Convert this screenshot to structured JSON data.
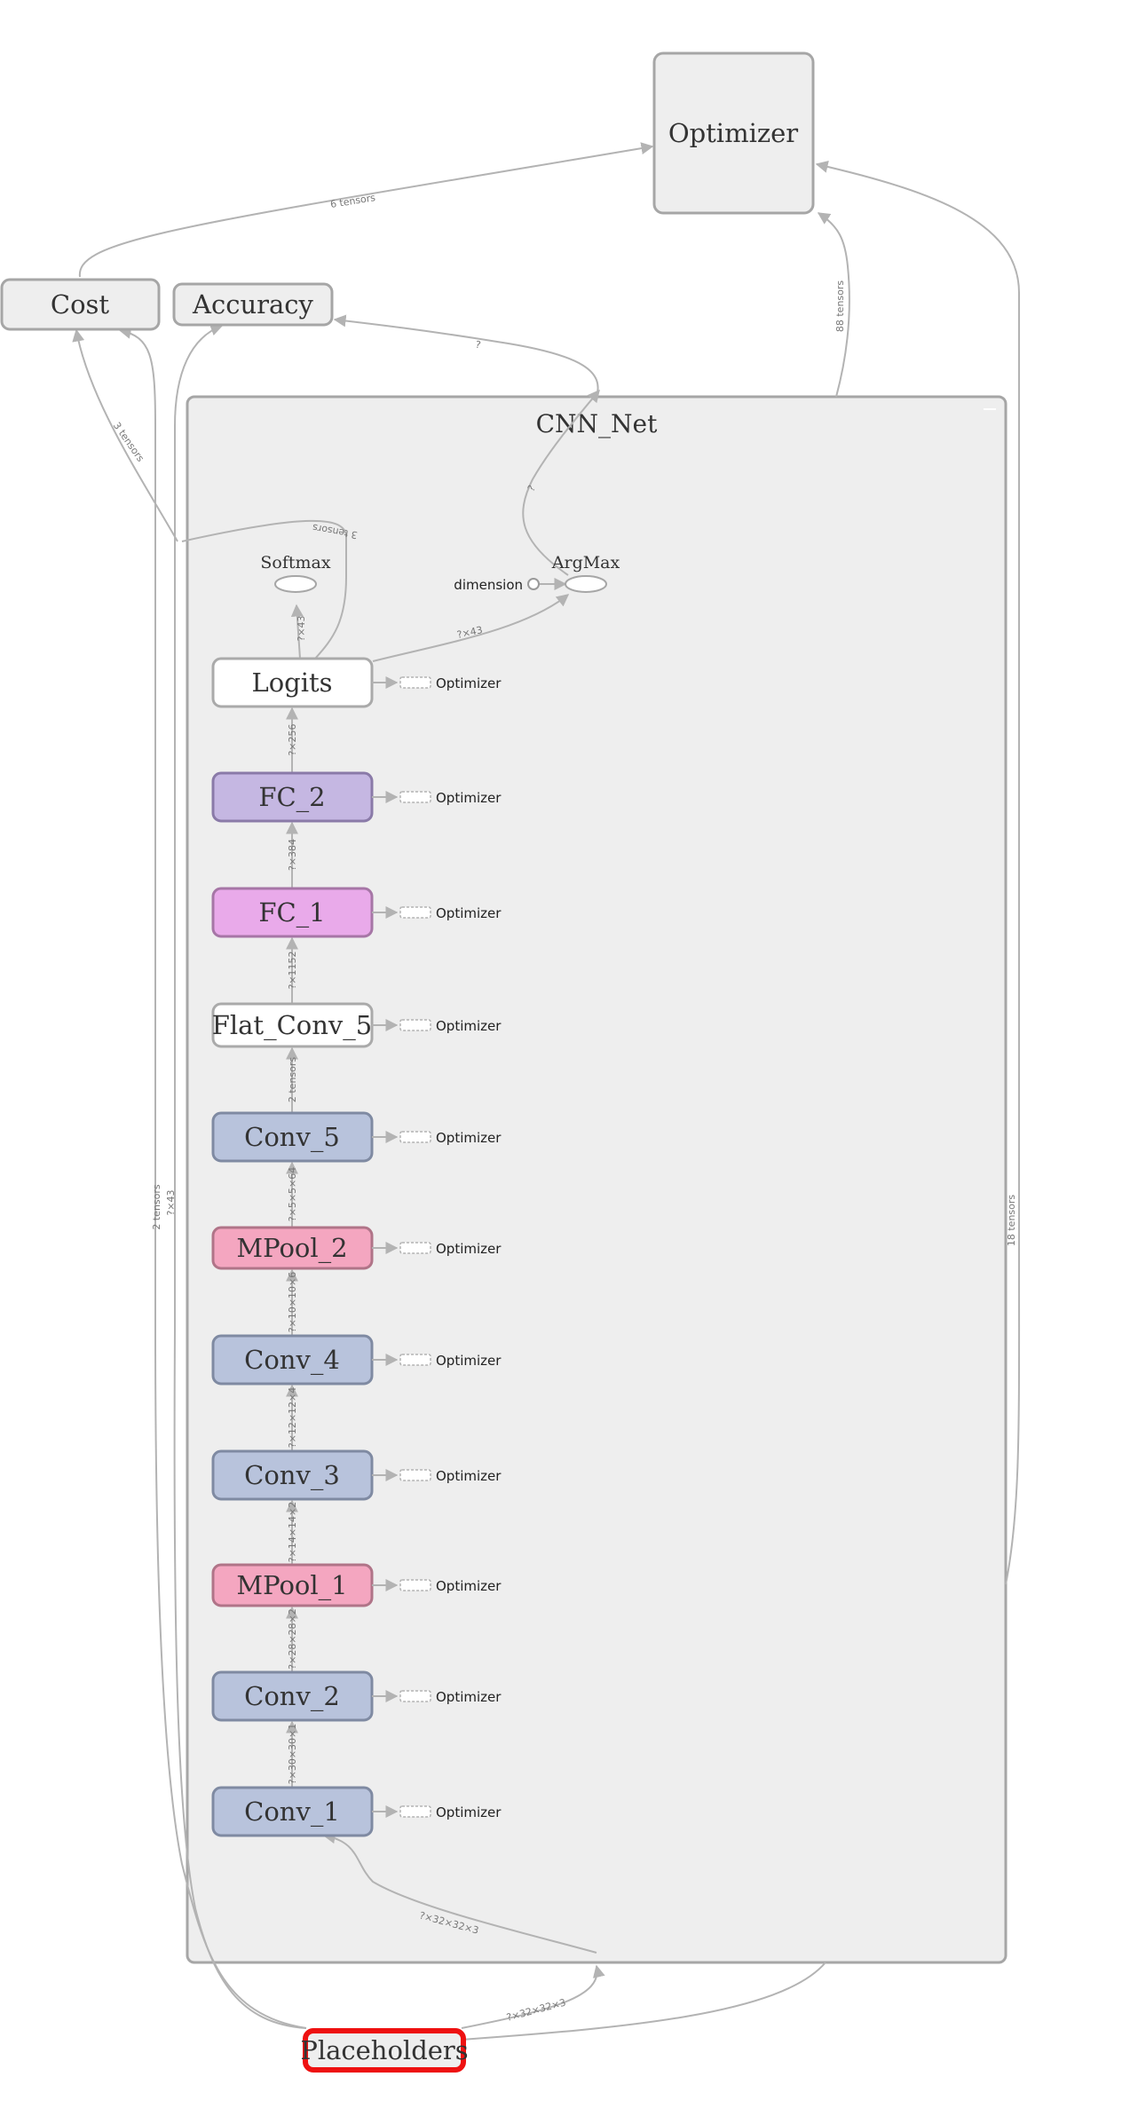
{
  "graph": {
    "optimizer_label": "Optimizer",
    "cost_label": "Cost",
    "accuracy_label": "Accuracy",
    "cnn_net_label": "CNN_Net",
    "softmax_label": "Softmax",
    "argmax_label": "ArgMax",
    "dimension_label": "dimension",
    "placeholders_label": "Placeholders",
    "aux_optimizer_label": "Optimizer",
    "layers": [
      {
        "label": "Logits",
        "fill": "#ffffff",
        "stroke": "#aaaaaa"
      },
      {
        "label": "FC_2",
        "fill": "#c5b7e2",
        "stroke": "#8a7aa8"
      },
      {
        "label": "FC_1",
        "fill": "#e9aaea",
        "stroke": "#a676a6"
      },
      {
        "label": "Flat_Conv_5",
        "fill": "#ffffff",
        "stroke": "#aaaaaa"
      },
      {
        "label": "Conv_5",
        "fill": "#b8c3dc",
        "stroke": "#7f8aa2"
      },
      {
        "label": "MPool_2",
        "fill": "#f4a6c0",
        "stroke": "#b07488"
      },
      {
        "label": "Conv_4",
        "fill": "#b8c3dc",
        "stroke": "#7f8aa2"
      },
      {
        "label": "Conv_3",
        "fill": "#b8c3dc",
        "stroke": "#7f8aa2"
      },
      {
        "label": "MPool_1",
        "fill": "#f4a6c0",
        "stroke": "#b07488"
      },
      {
        "label": "Conv_2",
        "fill": "#b8c3dc",
        "stroke": "#7f8aa2"
      },
      {
        "label": "Conv_1",
        "fill": "#b8c3dc",
        "stroke": "#7f8aa2"
      }
    ],
    "layer_edge_labels": [
      "?×256",
      "?×384",
      "?×1152",
      "2 tensors",
      "?×5×5×64",
      "?×10×10×6",
      "?×12×12×4",
      "?×14×14×2",
      "?×28×28×2",
      "?×30×30×1"
    ],
    "edge_labels": {
      "cost_to_optimizer": "6 tensors",
      "cnn_to_optimizer": "88 tensors",
      "to_accuracy": "?",
      "argmax_in": "?",
      "to_cost": "3 tensors",
      "logits_out": "3 tensors",
      "logits_to_softmax": "?×43",
      "logits_to_argmax": "?×43",
      "left_two_tensors": "2 tensors",
      "left_43": "?×43",
      "right_18_tensors": "18 tensors",
      "input_to_conv1": "?×32×32×3",
      "placeholders_to_net": "?×32×32×3"
    },
    "colors": {
      "node_fill": "#eeeeee",
      "node_stroke": "#a6a6a6",
      "edge": "#b3b3b3",
      "placeholders_stroke": "#ee1111"
    }
  }
}
